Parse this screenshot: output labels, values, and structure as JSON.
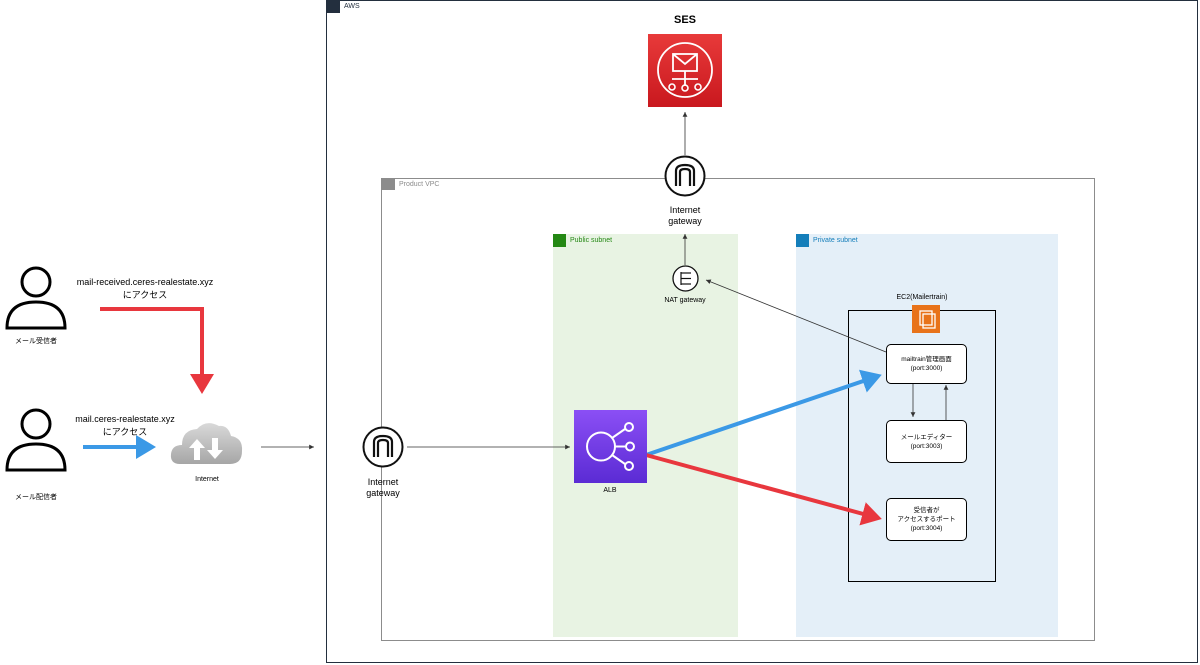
{
  "aws_label": "AWS",
  "vpc_label": "Product VPC",
  "ses_label": "SES",
  "public_subnet_label": "Public subnet",
  "private_subnet_label": "Private subnet",
  "igw_top_label_1": "Internet",
  "igw_top_label_2": "gateway",
  "igw_left_label_1": "Internet",
  "igw_left_label_2": "gateway",
  "nat_label": "NAT gateway",
  "alb_label": "ALB",
  "ec2_label": "EC2(Mailertrain)",
  "internet_label": "Internet",
  "receiver_user_label": "メール受信者",
  "sender_user_label": "メール配信者",
  "receiver_domain": "mail-received.ceres-realestate.xyz",
  "receiver_access": "にアクセス",
  "sender_domain": "mail.ceres-realestate.xyz",
  "sender_access": "にアクセス",
  "box_admin_1": "mailtrain管理画面",
  "box_admin_2": "(port:3000)",
  "box_editor_1": "メールエディター",
  "box_editor_2": "(port:3003)",
  "box_receiver_1": "受信者が",
  "box_receiver_2": "アクセスするポート",
  "box_receiver_3": "(port:3004)",
  "colors": {
    "red_flow": "#e8373e",
    "blue_flow": "#3b99e6",
    "ses_red": "#d8232a",
    "alb_purple": "#7a3ef0",
    "ec2_orange": "#e8731a",
    "public_green": "#248814",
    "private_blue": "#147eba"
  }
}
